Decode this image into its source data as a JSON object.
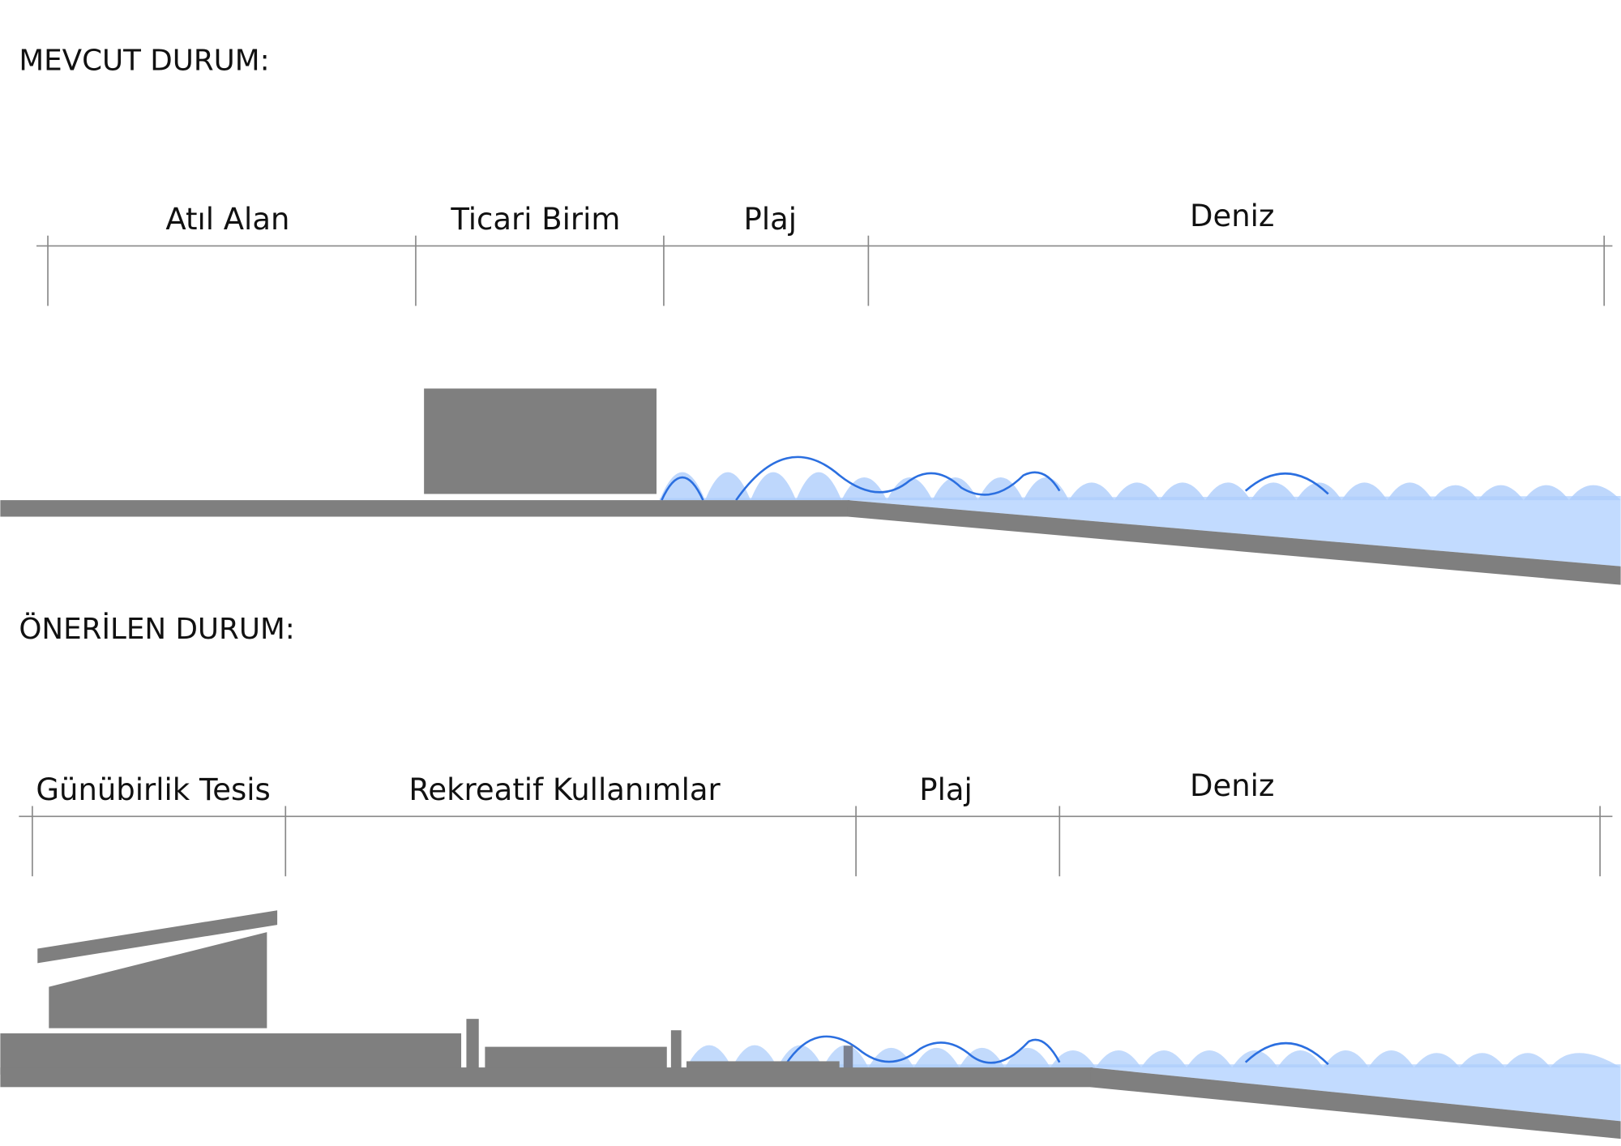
{
  "sections": [
    {
      "title": "MEVCUT DURUM:",
      "zones": [
        "Atıl Alan",
        "Ticari Birim",
        "Plaj",
        "Deniz"
      ]
    },
    {
      "title": "ÖNERİLEN DURUM:",
      "zones": [
        "Günübirlik Tesis",
        "Rekreatif Kullanımlar",
        "Plaj",
        "Deniz"
      ]
    }
  ],
  "colors": {
    "ground": "#7f7f7f",
    "water": "#c2dbff",
    "wave": "#2b6fe0",
    "dimension": "#888888"
  }
}
